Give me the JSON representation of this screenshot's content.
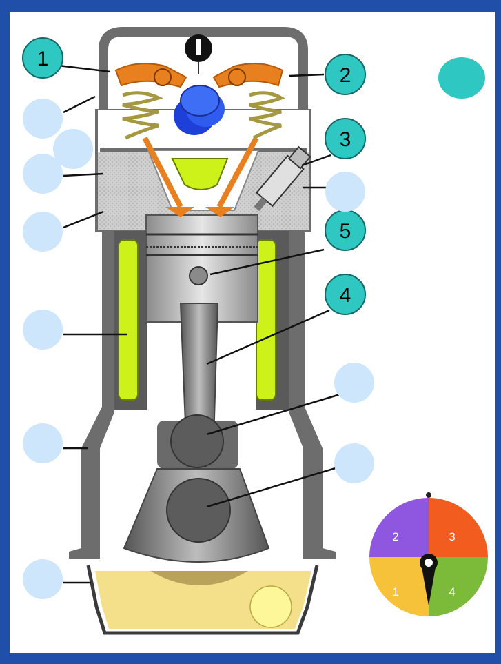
{
  "markers": [
    {
      "label": "1"
    },
    {
      "label": "2"
    },
    {
      "label": "3"
    },
    {
      "label": "5"
    },
    {
      "label": "4"
    }
  ],
  "spinner": {
    "segments": [
      {
        "label": "2",
        "color": "#8f56e0"
      },
      {
        "label": "3",
        "color": "#f25d1f"
      },
      {
        "label": "1",
        "color": "#f5c23a"
      },
      {
        "label": "4",
        "color": "#7cba3a"
      }
    ]
  },
  "colors": {
    "marker_teal": "#2ec7c1",
    "blank_marker": "#cde6fb",
    "oil_marker": "#fdf79a",
    "coolant": "#cdf21a",
    "valve": "#e8801f",
    "spring": "#b8a850",
    "engine_wall": "#6d6d6d",
    "oil": "#f4e08a",
    "slide_bg": "#1f4fa8"
  }
}
